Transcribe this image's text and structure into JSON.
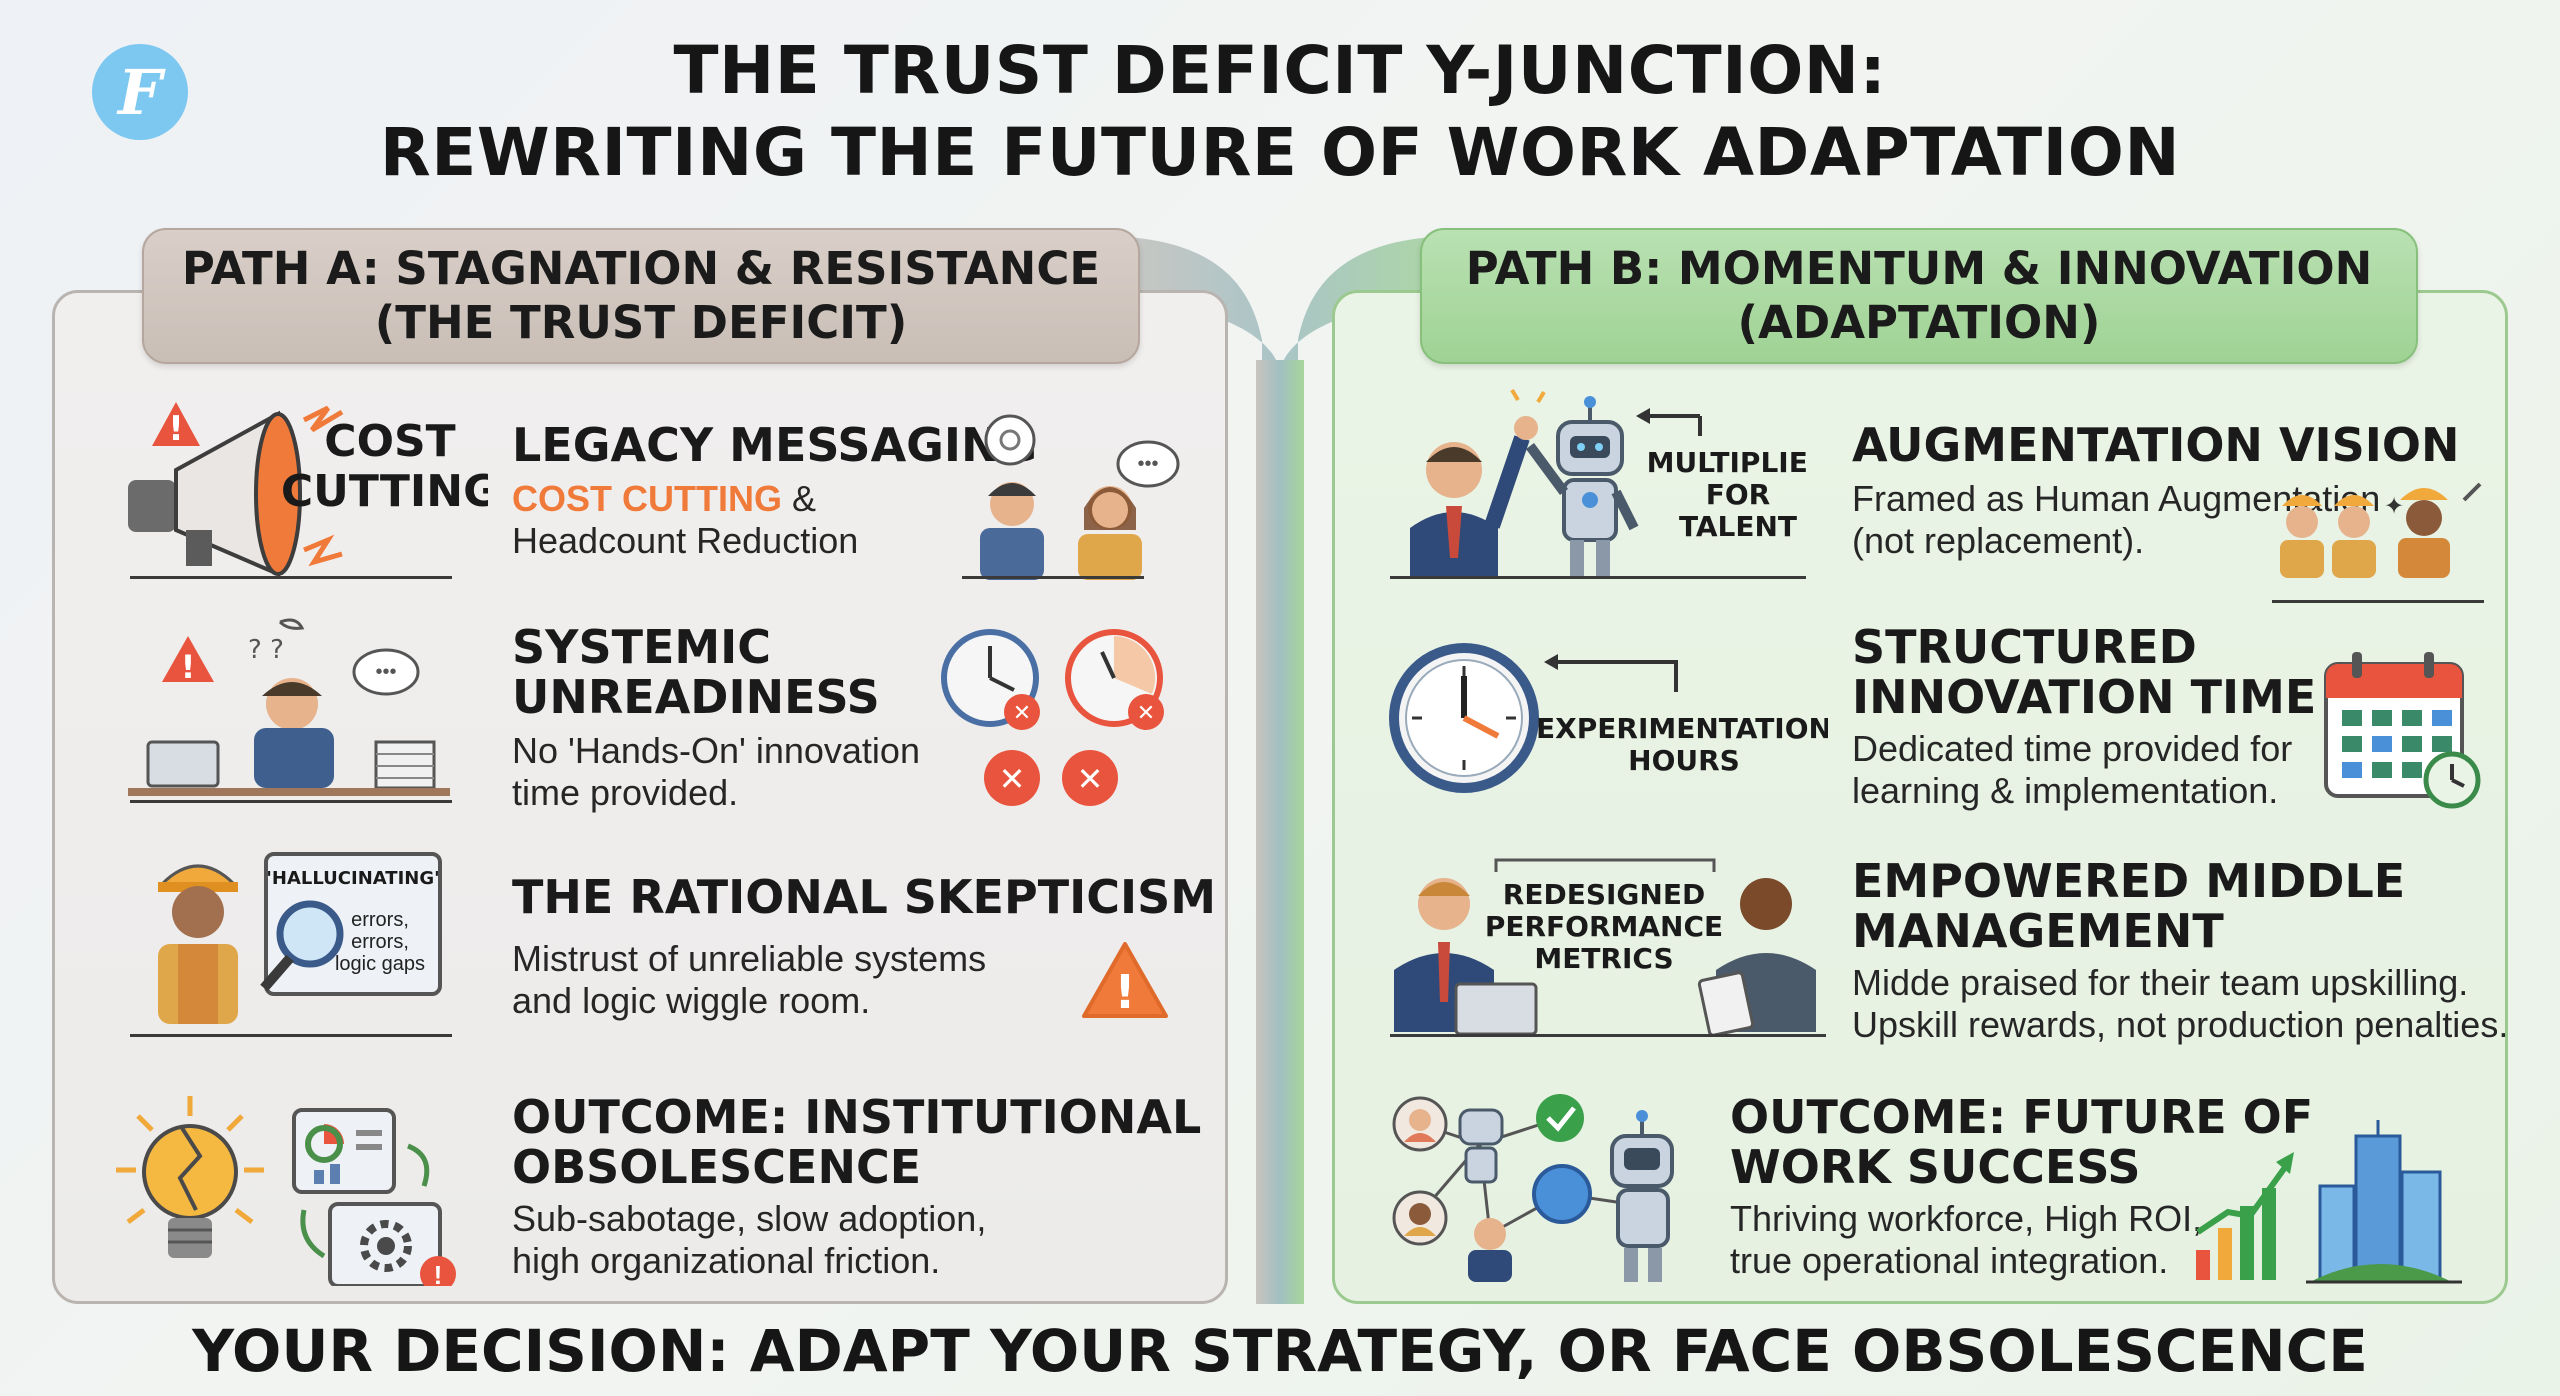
{
  "title": {
    "line1": "THE TRUST DEFICIT Y-JUNCTION:",
    "line2": "REWRITING THE FUTURE OF WORK ADAPTATION"
  },
  "logo_glyph": "F",
  "path_a": {
    "header_line1": "PATH A: STAGNATION & RESISTANCE",
    "header_line2": "(THE TRUST DEFICIT)",
    "rows": [
      {
        "icon": "megaphone-icon",
        "icon_label_1": "COST",
        "icon_label_2": "CUTTING",
        "title_1": "LEGACY MESSAGING",
        "desc_accent": "COST CUTTING",
        "desc_1_rest": " &",
        "desc_2": "Headcount Reduction"
      },
      {
        "icon": "stressed-worker-icon",
        "title_1": "SYSTEMIC",
        "title_2": "UNREADINESS",
        "desc_1": "No 'Hands-On' innovation",
        "desc_2": "time provided."
      },
      {
        "icon": "magnifier-worker-icon",
        "screen_1": "'HALLUCINATING'",
        "screen_2": "errors,",
        "screen_3": "errors,",
        "screen_4": "logic gaps",
        "title_1": "THE RATIONAL SKEPTICISM",
        "desc_1": "Mistrust of unreliable systems",
        "desc_2": "and logic wiggle room."
      },
      {
        "icon": "broken-bulb-icon",
        "title_1": "OUTCOME: INSTITUTIONAL",
        "title_2": "OBSOLESCENCE",
        "desc_1": "Sub-sabotage, slow adoption,",
        "desc_2": "high organizational friction."
      }
    ]
  },
  "path_b": {
    "header_line1": "PATH B: MOMENTUM & INNOVATION",
    "header_line2": "(ADAPTATION)",
    "rows": [
      {
        "icon": "robot-handshake-icon",
        "icon_label_1": "MULTIPLIER",
        "icon_label_2": "FOR",
        "icon_label_3": "TALENT",
        "title_1": "AUGMENTATION VISION",
        "desc_1": "Framed as Human Augmentation",
        "desc_2": "(not replacement)."
      },
      {
        "icon": "clock-icon",
        "icon_label_1": "EXPERIMENTATION",
        "icon_label_2": "HOURS",
        "title_1": "STRUCTURED",
        "title_2": "INNOVATION TIME",
        "desc_1": "Dedicated time provided for",
        "desc_2": "learning & implementation."
      },
      {
        "icon": "managers-icon",
        "icon_label_1": "REDESIGNED",
        "icon_label_2": "PERFORMANCE",
        "icon_label_3": "METRICS",
        "title_1": "EMPOWERED MIDDLE",
        "title_2": "MANAGEMENT",
        "desc_1": "Midde praised for their team upskilling.",
        "desc_2": "Upskill rewards, not production penalties."
      },
      {
        "icon": "network-icon",
        "title_1": "OUTCOME: FUTURE OF",
        "title_2": "WORK SUCCESS",
        "desc_1": "Thriving workforce, High ROI,",
        "desc_2": "true operational integration."
      }
    ]
  },
  "footer": "YOUR DECISION: ADAPT YOUR STRATEGY, OR FACE OBSOLESCENCE",
  "colors": {
    "accent_orange": "#f07a3a",
    "warning_red": "#e8543d",
    "path_a_tab": "#c9beb6",
    "path_b_tab": "#a5d59a",
    "logo_blue": "#7dc8f0"
  }
}
